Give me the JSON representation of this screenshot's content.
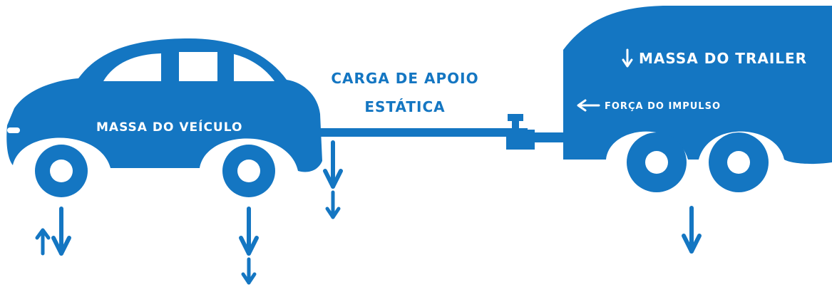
{
  "labels": {
    "vehicle_mass": "MASSA DO VEÍCULO",
    "tongue_load_line1": "CARGA DE APOIO",
    "tongue_load_line2": "ESTÁTICA",
    "trailer_mass": "MASSA DO TRAILER",
    "thrust_force": "FORÇA DO IMPULSO"
  },
  "colors": {
    "primary": "#1476c2",
    "background": "#ffffff"
  },
  "icons": {
    "force_arrow_down": "arrow-down-icon",
    "force_arrow_up": "arrow-up-icon",
    "force_arrow_left": "arrow-left-icon"
  }
}
